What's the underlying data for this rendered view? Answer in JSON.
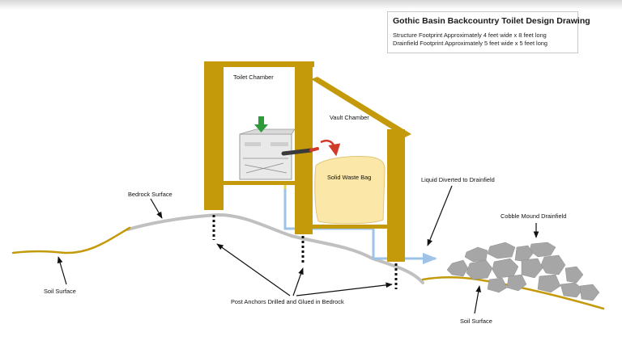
{
  "title": "Gothic Basin Backcountry Toilet Design Drawing",
  "specs": [
    "Structure Footprint Approximately 4 feet wide x 8 feet long",
    "Drainfield Footprint Approximately 5 feet wide x 5 feet long"
  ],
  "labels": {
    "toilet_chamber": "Toilet Chamber",
    "vault_chamber": "Vault Chamber",
    "solid_waste_bag": "Solid Waste Bag",
    "liquid_diverted": "Liquid Diverted to Drainfield",
    "bedrock_surface": "Bedrock Surface",
    "cobble_mound": "Cobble Mound Drainfield",
    "soil_surface_left": "Soil Surface",
    "soil_surface_right": "Soil Surface",
    "post_anchors": "Post Anchors Drilled and Glued in Bedrock"
  },
  "colors": {
    "wood": "#c49a0a",
    "bedrock": "#c0c0c0",
    "pipe": "#9dc3e6",
    "bag": "#fbe7a8",
    "cobble": "#a6a6a6",
    "down_arrow": "#2e9b3a",
    "rotate_arrow": "#d23a2a"
  }
}
